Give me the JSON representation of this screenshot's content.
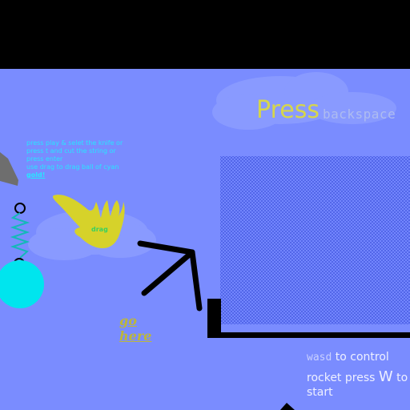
{
  "hud": {
    "press_label": "Press",
    "backspace_label": "backspace"
  },
  "instructions": {
    "line1": "press play & selet the knife or",
    "line2": "press t and cut the string or",
    "line3": "press enter",
    "line4": "use drag to drag ball of cyan",
    "line5": "gold!"
  },
  "drag_label": "drag",
  "go_here_label": "go here",
  "controls": {
    "wasd_key": "wasd",
    "wasd_text": "to control",
    "rocket_text_1": "rocket press",
    "rocket_key": "W",
    "rocket_text_2": "to start"
  },
  "colors": {
    "playfield": "#7a8cff",
    "ball": "#00e5ee",
    "spring": "#14b8b8",
    "gold_hand": "#d6d22a",
    "water": "#5a6ff0",
    "arrow": "#000000",
    "knife": "#6e6e6e"
  },
  "icons": {
    "knife": "knife-icon",
    "hand": "hand-icon",
    "arrow": "arrow-icon"
  }
}
